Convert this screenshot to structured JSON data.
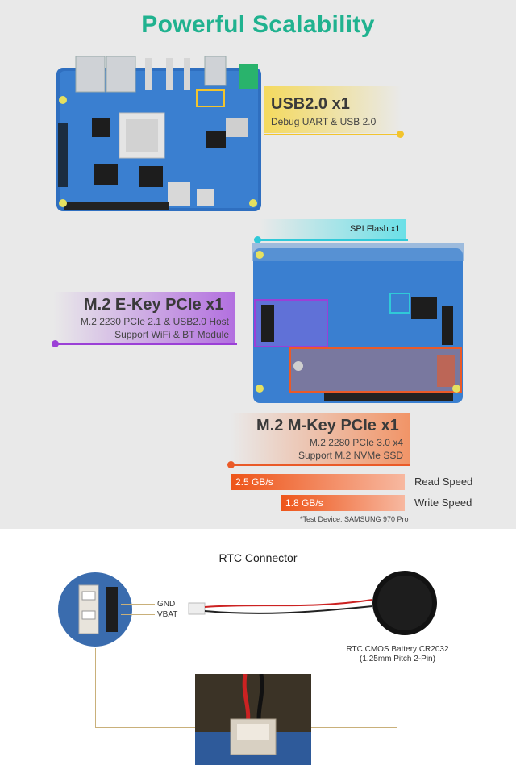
{
  "header": {
    "title": "Powerful Scalability"
  },
  "usb": {
    "title": "USB2.0 x1",
    "subtitle": "Debug UART & USB 2.0"
  },
  "spi": {
    "label": "SPI Flash x1"
  },
  "ekey": {
    "title": "M.2 E-Key PCIe x1",
    "line1": "M.2 2230 PCIe 2.1 & USB2.0 Host",
    "line2": "Support WiFi & BT Module"
  },
  "mkey": {
    "title": "M.2 M-Key PCIe x1",
    "line1": "M.2 2280 PCIe 3.0 x4",
    "line2": "Support M.2 NVMe SSD"
  },
  "speeds": {
    "read_value": "2.5 GB/s",
    "read_label": "Read Speed",
    "write_value": "1.8 GB/s",
    "write_label": "Write Speed",
    "note": "*Test Device: SAMSUNG 970 Pro"
  },
  "rtc": {
    "title": "RTC Connector",
    "pin_gnd": "GND",
    "pin_vbat": "VBAT",
    "battery_line1": "RTC CMOS Battery CR2032",
    "battery_line2": "(1.25mm Pitch 2-Pin)"
  },
  "colors": {
    "accent_green": "#20b28f",
    "usb_yellow": "#f2c42d",
    "spi_cyan": "#30c9d8",
    "ekey_purple": "#9b40d6",
    "mkey_orange": "#ea5a28"
  }
}
